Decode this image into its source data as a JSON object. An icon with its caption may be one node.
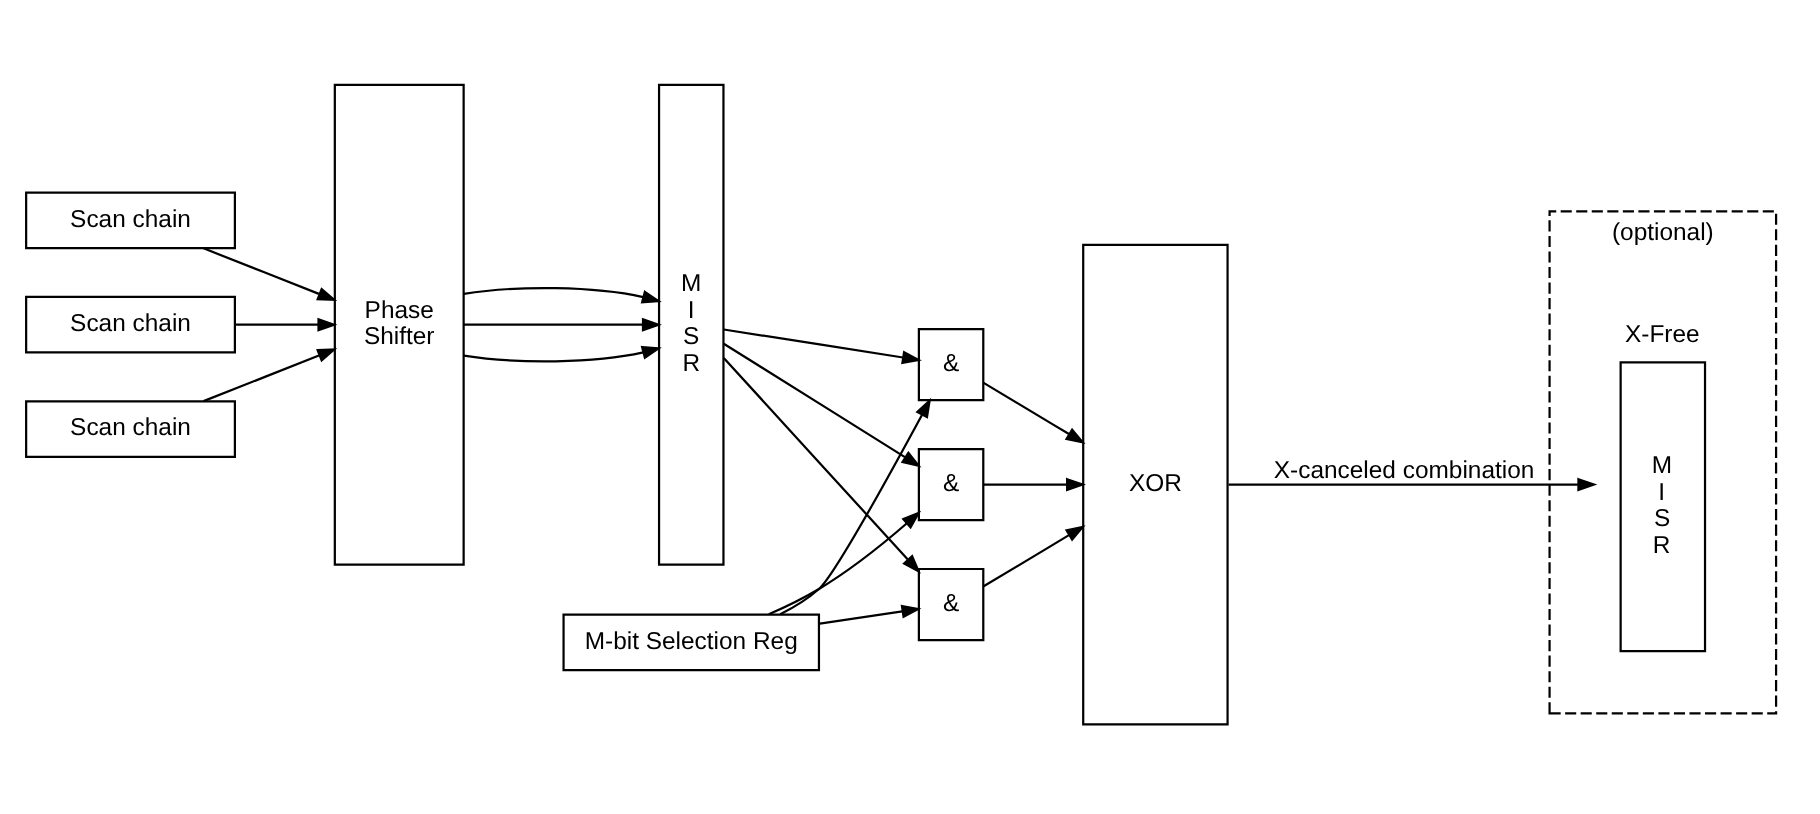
{
  "diagram": {
    "nodes": [
      {
        "text": [
          "Scan chain"
        ]
      },
      {
        "text": [
          "Scan chain"
        ]
      },
      {
        "text": [
          "Scan chain"
        ]
      },
      {
        "text": [
          "Phase Shifter"
        ]
      },
      {
        "text": [
          "M I S R"
        ]
      },
      {
        "text": [
          "&"
        ]
      },
      {
        "text": [
          "&"
        ]
      },
      {
        "text": [
          "&"
        ]
      },
      {
        "text": [
          "XOR"
        ]
      },
      {
        "text": [
          "(optional)"
        ]
      },
      {
        "text": [
          "X-Free",
          "M I S R"
        ],
        "in": 9
      },
      {
        "text": [
          "M-bit Selection Reg"
        ]
      }
    ],
    "edges": [
      {
        "from": 0,
        "to": 3,
        "arrow": "to"
      },
      {
        "from": 1,
        "to": 3,
        "arrow": "to"
      },
      {
        "from": 2,
        "to": 3,
        "arrow": "to"
      },
      {
        "from": 3,
        "to": 4,
        "arrow": "to"
      },
      {
        "from": 3,
        "to": 4,
        "arrow": "to"
      },
      {
        "from": 3,
        "to": 4,
        "arrow": "to"
      },
      {
        "from": 4,
        "to": 5,
        "arrow": "to"
      },
      {
        "from": 4,
        "to": 6,
        "arrow": "to"
      },
      {
        "from": 4,
        "to": 7,
        "arrow": "to"
      },
      {
        "from": 11,
        "to": 5,
        "arrow": "to"
      },
      {
        "from": 11,
        "to": 6,
        "arrow": "to"
      },
      {
        "from": 11,
        "to": 7,
        "arrow": "to"
      },
      {
        "from": 5,
        "to": 8,
        "arrow": "to"
      },
      {
        "from": 6,
        "to": 8,
        "arrow": "to"
      },
      {
        "from": 7,
        "to": 8,
        "arrow": "to"
      },
      {
        "from": 8,
        "to": 10,
        "label": "X-canceled combination",
        "arrow": "to"
      }
    ]
  }
}
